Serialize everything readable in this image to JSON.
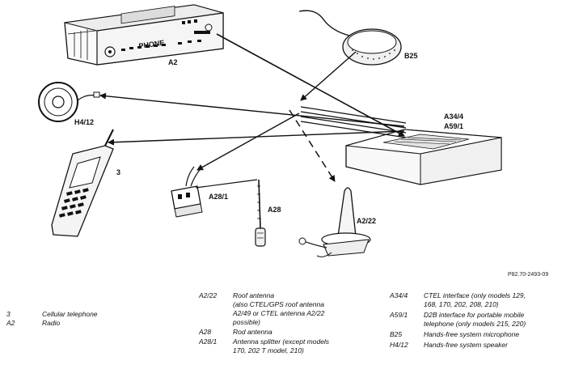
{
  "labels": {
    "a2": "A2",
    "b25": "B25",
    "h4_12": "H4/12",
    "a34_4": "A34/4",
    "a59_1": "A59/1",
    "phone_num": "3",
    "a28_1": "A28/1",
    "a28": "A28",
    "a2_22": "A2/22",
    "radio_text": "PHONE"
  },
  "reference": "P82.70-2493-09",
  "legend": {
    "col1": [
      {
        "code": "3",
        "desc": "Cellular telephone"
      },
      {
        "code": "A2",
        "desc": "Radio"
      }
    ],
    "col2": [
      {
        "code": "A2/22",
        "desc": "Roof antenna\n(also CTEL/GPS roof antenna\nA2/49 or CTEL antenna A2/22\npossible)"
      },
      {
        "code": "A28",
        "desc": "Rod antenna"
      },
      {
        "code": "A28/1",
        "desc": "Antenna splitter (except models\n170, 202 T model, 210)"
      }
    ],
    "col3": [
      {
        "code": "A34/4",
        "desc": "CTEL interface (only models 129,\n168, 170, 202, 208, 210)"
      },
      {
        "code": "A59/1",
        "desc": "D2B interface for portable mobile\ntelephone (only models 215, 220)"
      },
      {
        "code": "B25",
        "desc": "Hands-free system microphone"
      },
      {
        "code": "H4/12",
        "desc": "Hands-free system speaker"
      }
    ]
  }
}
